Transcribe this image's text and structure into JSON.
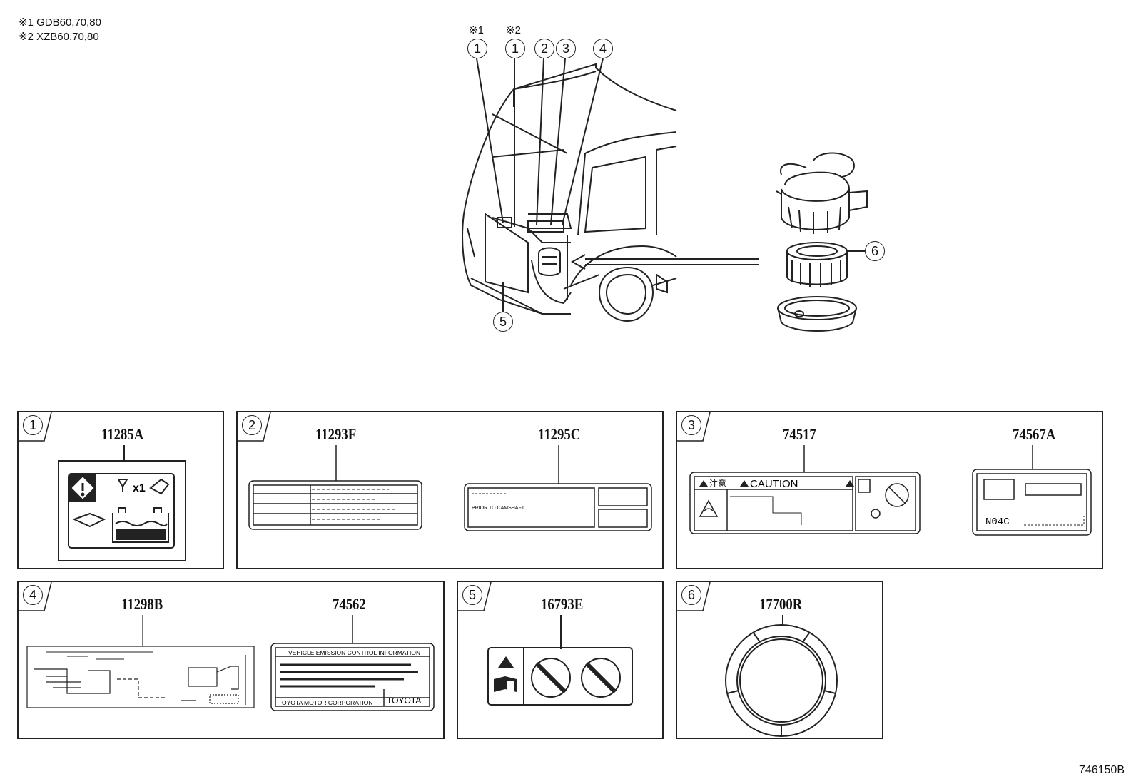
{
  "notes": [
    {
      "mark": "※1",
      "text": "GDB60,70,80"
    },
    {
      "mark": "※2",
      "text": "XZB60,70,80"
    }
  ],
  "callouts": {
    "star1": "※1",
    "star2": "※2",
    "c1a": "1",
    "c1b": "1",
    "c2": "2",
    "c3": "3",
    "c4": "4",
    "c5": "5",
    "c6": "6"
  },
  "panels": [
    {
      "num": "1",
      "parts": [
        "11285A"
      ]
    },
    {
      "num": "2",
      "parts": [
        "11293F",
        "11295C"
      ]
    },
    {
      "num": "3",
      "parts": [
        "74517",
        "74567A"
      ]
    },
    {
      "num": "4",
      "parts": [
        "11298B",
        "74562"
      ]
    },
    {
      "num": "5",
      "parts": [
        "16793E"
      ]
    },
    {
      "num": "6",
      "parts": [
        "17700R"
      ]
    }
  ],
  "label_text": {
    "caution_jp": "注意",
    "caution": "CAUTION",
    "n04c": "N04C",
    "cam_text": "PRIOR TO CAMSHAFT",
    "emission_title": "VEHICLE EMISSION CONTROL INFORMATION",
    "tmc": "TOYOTA MOTOR CORPORATION",
    "toyota": "TOYOTA",
    "x1": "x1"
  },
  "diagram_code": "746150B"
}
